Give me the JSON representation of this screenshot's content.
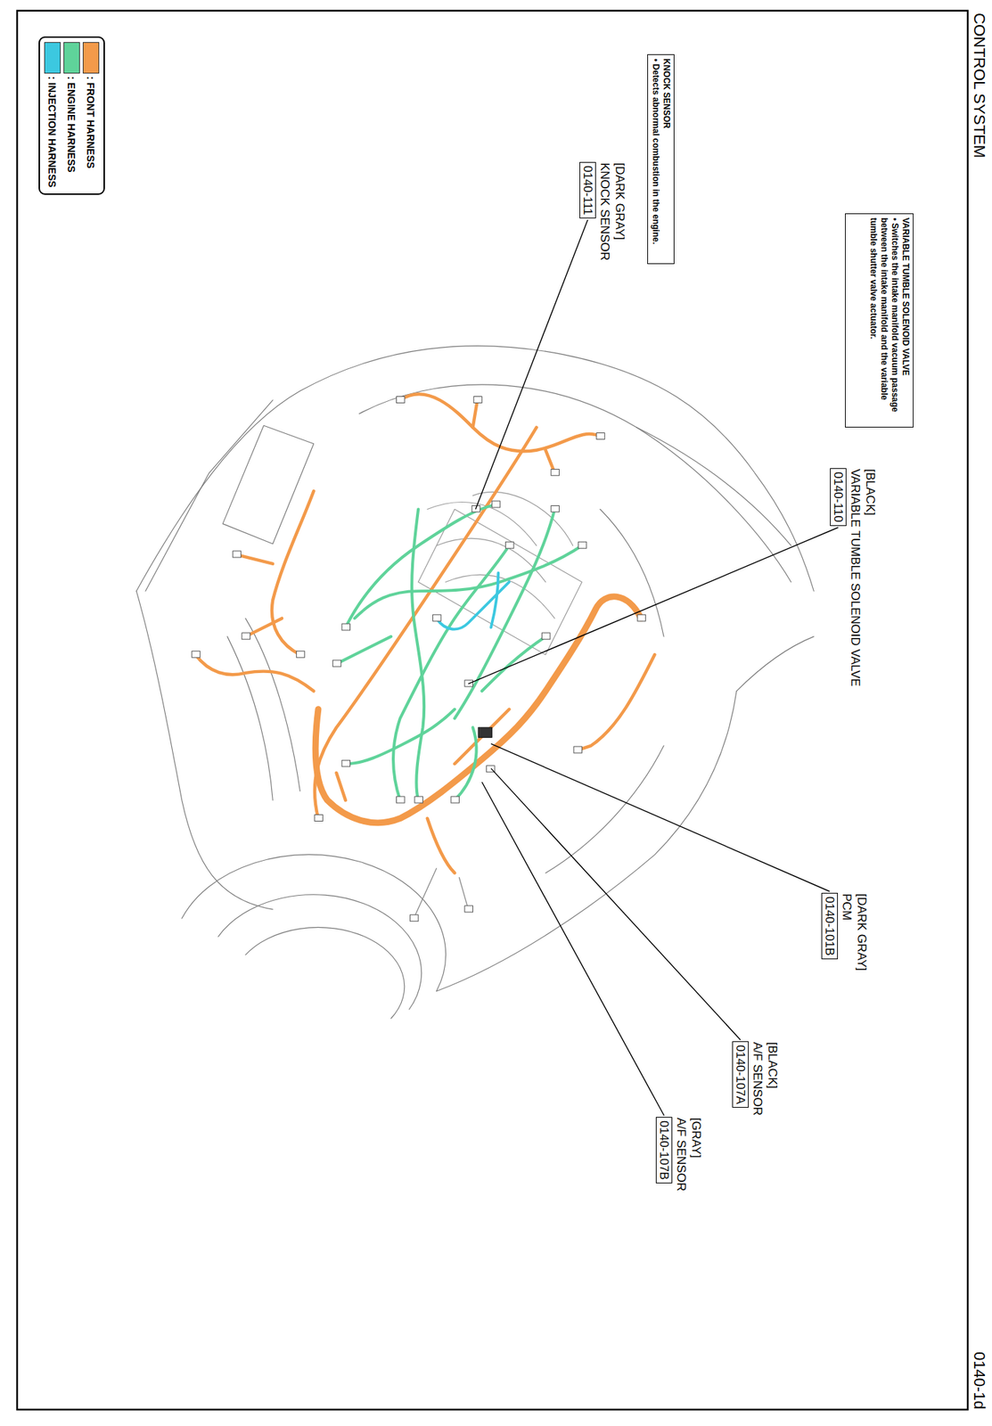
{
  "diagram": {
    "title": "CONTROL SYSTEM",
    "nodes": [
      {
        "text": [
          "VARIABLE TUMBLE SOLENOID VALVE",
          "• Switches the intake manifold vacuum passage between the intake manifold and the variable tumble shutter valve actuator."
        ]
      },
      {
        "text": [
          "[BLACK]",
          "VARIABLE TUMBLE SOLENOID VALVE",
          "0140-110"
        ]
      },
      {
        "text": [
          "[DARK GRAY]",
          "PCM",
          "0140-101B"
        ]
      },
      {
        "text": [
          "[BLACK]",
          "A/F SENSOR",
          "0140-107A"
        ]
      },
      {
        "text": [
          "[GRAY]",
          "A/F SENSOR",
          "0140-107B"
        ]
      },
      {
        "text": [
          "KNOCK SENSOR",
          "• Detects abnormal combustion in the engine."
        ]
      },
      {
        "text": [
          "[DARK GRAY]",
          "KNOCK SENSOR",
          "0140-111"
        ]
      }
    ],
    "labels": [
      "0140-1d"
    ],
    "legend": [
      {
        "text": ": FRONT HARNESS",
        "color": "#f39a4a"
      },
      {
        "text": ": ENGINE HARNESS",
        "color": "#5fd39a"
      },
      {
        "text": ": INJECTION HARNESS",
        "color": "#3cc8e0"
      }
    ]
  }
}
